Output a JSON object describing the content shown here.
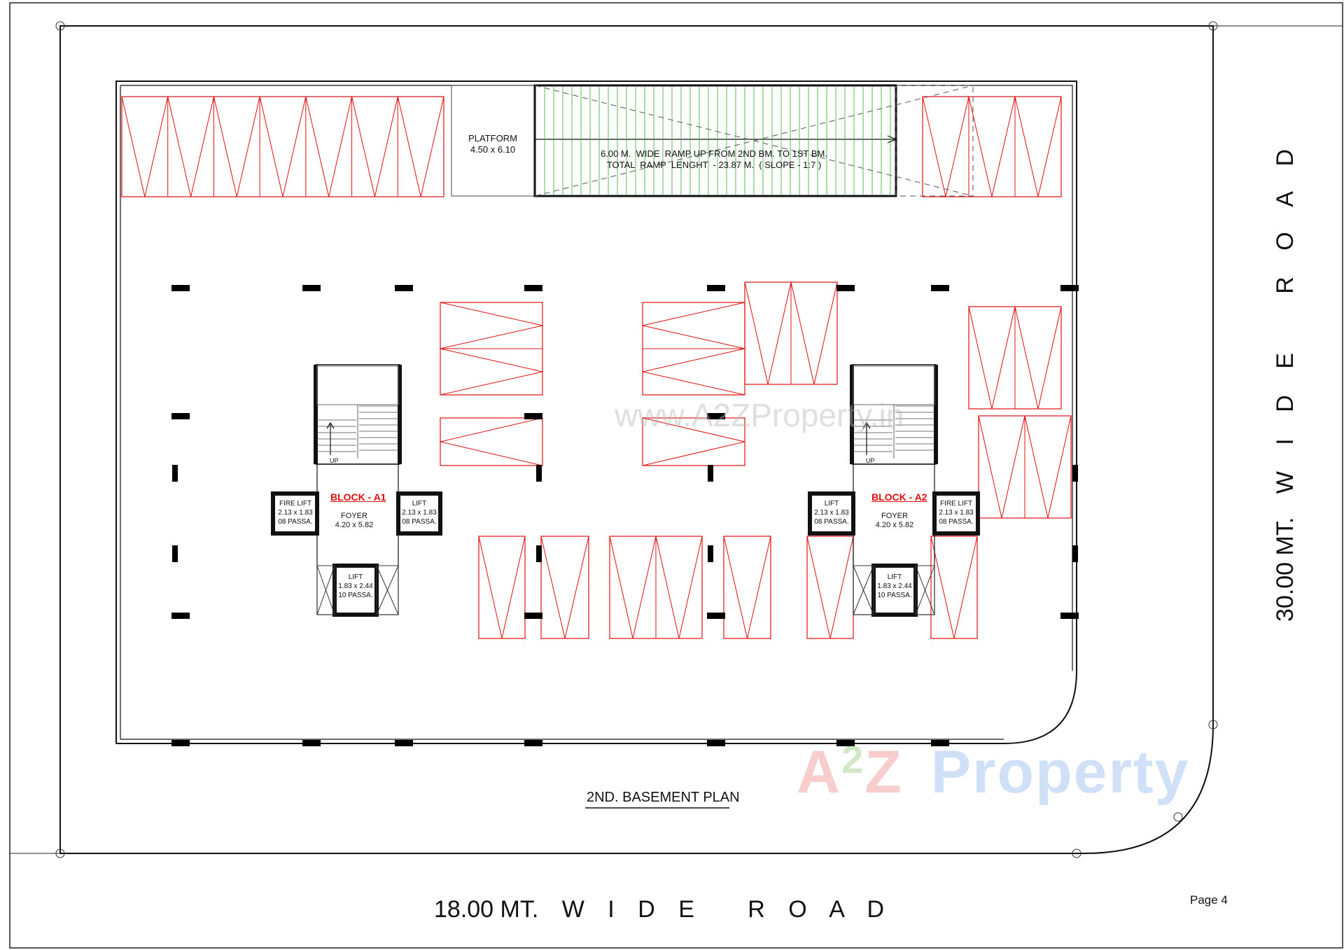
{
  "drawing": {
    "title": "2ND. BASEMENT PLAN",
    "page": "Page 4"
  },
  "roads": {
    "bottom": {
      "width": "18.00 MT.",
      "words": "W I D E   R O A D"
    },
    "right": {
      "width": "30.00 MT.",
      "words": "W I D E   R O A D"
    }
  },
  "platform": {
    "name": "PLATFORM",
    "size": "4.50 x 6.10"
  },
  "ramp": {
    "line1": "6.00 M.  WIDE  RAMP UP FROM 2ND BM. TO 1ST BM.",
    "line2": "TOTAL  RAMP  LENGHT  - 23.87 M.  ( SLOPE - 1:7 )"
  },
  "block_a1": {
    "name": "BLOCK - A1",
    "foyer": {
      "name": "FOYER",
      "size": "4.20 x 5.82"
    },
    "fire_lift": {
      "name": "FIRE LIFT",
      "size": "2.13 x 1.83",
      "capacity": "08 PASSA."
    },
    "lift_side": {
      "name": "LIFT",
      "size": "2.13 x 1.83",
      "capacity": "08 PASSA."
    },
    "lift_bottom": {
      "name": "LIFT",
      "size": "1.83 x 2.44",
      "capacity": "10 PASSA."
    },
    "stair": "UP"
  },
  "block_a2": {
    "name": "BLOCK - A2",
    "foyer": {
      "name": "FOYER",
      "size": "4.20 x 5.82"
    },
    "lift_side": {
      "name": "LIFT",
      "size": "2.13 x 1.83",
      "capacity": "08 PASSA."
    },
    "fire_lift": {
      "name": "FIRE LIFT",
      "size": "2.13 x 1.83",
      "capacity": "08 PASSA."
    },
    "lift_bottom": {
      "name": "LIFT",
      "size": "1.83 x 2.44",
      "capacity": "10 PASSA."
    },
    "stair": "UP"
  },
  "watermark": {
    "url": "www.A2ZProperty.in",
    "logo_a": "A",
    "logo_2": "2",
    "logo_z": "Z",
    "logo_rest": "Property"
  },
  "colors": {
    "parking": "#e01010",
    "walls": "#000000",
    "ramp_lines": "#2eaa2e"
  }
}
